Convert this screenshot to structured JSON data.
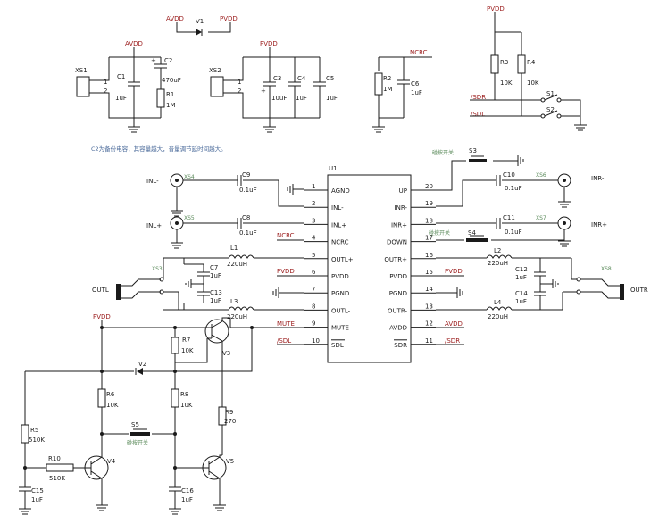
{
  "nets": {
    "avdd": "AVDD",
    "pvdd": "PVDD",
    "ncrc": "NCRC",
    "sdr": "/SDR",
    "sdl": "/SDL",
    "mute": "MUTE",
    "inl_minus": "INL-",
    "inl_plus": "INL+",
    "inr_minus": "INR-",
    "inr_plus": "INR+",
    "outl": "OUTL",
    "outr": "OUTR"
  },
  "parts": {
    "V1": "V1",
    "V2": "V2",
    "V3": "V3",
    "V4": "V4",
    "V5": "V5",
    "U1": "U1",
    "XS1": "XS1",
    "XS2": "XS2",
    "XS3": "XS3",
    "XS4": "XS4",
    "XS5": "XS5",
    "XS6": "XS6",
    "XS7": "XS7",
    "XS8": "XS8",
    "C1": "C1",
    "C2": "C2",
    "C3": "C3",
    "C4": "C4",
    "C5": "C5",
    "C6": "C6",
    "C7": "C7",
    "C8": "C8",
    "C9": "C9",
    "C10": "C10",
    "C11": "C11",
    "C12": "C12",
    "C13": "C13",
    "C14": "C14",
    "C15": "C15",
    "C16": "C16",
    "R1": "R1",
    "R2": "R2",
    "R3": "R3",
    "R4": "R4",
    "R5": "R5",
    "R6": "R6",
    "R7": "R7",
    "R8": "R8",
    "R9": "R9",
    "R10": "R10",
    "L1": "L1",
    "L2": "L2",
    "L3": "L3",
    "L4": "L4",
    "S1": "S1",
    "S2": "S2",
    "S3": "S3",
    "S4": "S4",
    "S5": "S5"
  },
  "values": {
    "uf1": "1uF",
    "uf10": "10uF",
    "uf470": "470uF",
    "uf01": "0.1uF",
    "m1": "1M",
    "k10": "10K",
    "k510": "510K",
    "r270": "270",
    "uh220": "220uH"
  },
  "pins": {
    "p1": "1",
    "p2": "2"
  },
  "note": "C2为备份电容，其容量越大，音量调节延时间越大。",
  "labels": {
    "switch_note": "碰按开关"
  },
  "ic_pins_left": [
    {
      "num": "1",
      "name": "AGND"
    },
    {
      "num": "2",
      "name": "INL-"
    },
    {
      "num": "3",
      "name": "INL+"
    },
    {
      "num": "4",
      "name": "NCRC"
    },
    {
      "num": "5",
      "name": "OUTL+"
    },
    {
      "num": "6",
      "name": "PVDD"
    },
    {
      "num": "7",
      "name": "PGND"
    },
    {
      "num": "8",
      "name": "OUTL-"
    },
    {
      "num": "9",
      "name": "MUTE"
    },
    {
      "num": "10",
      "name": "SDL"
    }
  ],
  "ic_pins_right": [
    {
      "num": "20",
      "name": "UP"
    },
    {
      "num": "19",
      "name": "INR-"
    },
    {
      "num": "18",
      "name": "INR+"
    },
    {
      "num": "17",
      "name": "DOWN"
    },
    {
      "num": "16",
      "name": "OUTR+"
    },
    {
      "num": "15",
      "name": "PVDD"
    },
    {
      "num": "14",
      "name": "PGND"
    },
    {
      "num": "13",
      "name": "OUTR-"
    },
    {
      "num": "12",
      "name": "AVDD"
    },
    {
      "num": "11",
      "name": "SDR"
    }
  ],
  "colors": {
    "wire": "#1a1a1a",
    "net_label": "#9a1a1a",
    "note": "#4a6a9a"
  }
}
